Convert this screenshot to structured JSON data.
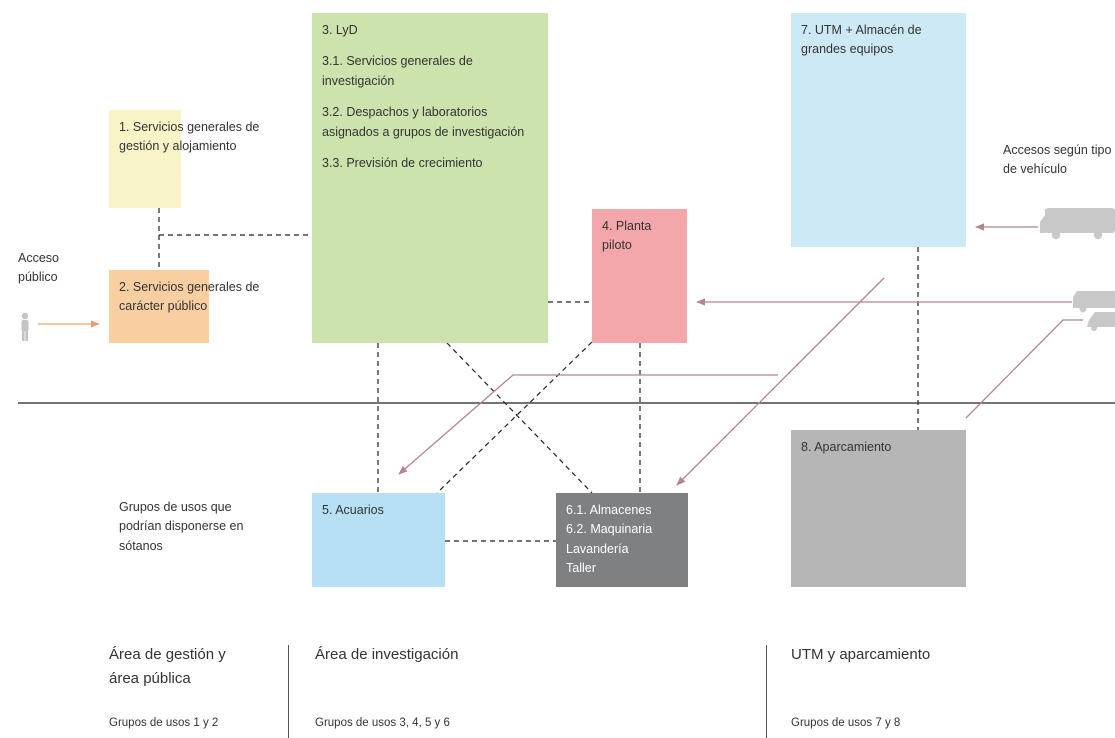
{
  "colors": {
    "box1": "#f8f4c8",
    "box2": "#f9cfa2",
    "box3": "#cde3ad",
    "box4": "#f3a7aa",
    "box5": "#b7e0f4",
    "box6": "#7f8081",
    "box7": "#cde9f6",
    "box8": "#b6b6b6",
    "arrow": "#b4858c",
    "vehicle": "#c8c8c8"
  },
  "boxes": {
    "b1": "1. Servicios generales de gestión y alojamiento",
    "b2": "2. Servicios generales de carácter público",
    "b3_title": "3. LyD",
    "b3_1": "3.1. Servicios generales de investigación",
    "b3_2": "3.2. Despachos y laboratorios asignados a grupos de investigación",
    "b3_3": "3.3. Previsión de crecimiento",
    "b4": "4. Planta piloto",
    "b5": "5. Acuarios",
    "b6_1": "6.1. Almacenes",
    "b6_2": "6.2. Maquinaria",
    "b6_3": "Lavandería",
    "b6_4": "Taller",
    "b7": "7. UTM + Almacén de grandes equipos",
    "b8": "8. Aparcamiento"
  },
  "labels": {
    "acceso": "Acceso público",
    "accesos_vehiculo": "Accesos según tipo de vehículo",
    "sotanos": "Grupos de usos que podrían disponerse en sótanos"
  },
  "icons": {
    "person": "person-icon",
    "truck": "truck-icon",
    "van": "van-icon",
    "car": "car-icon"
  },
  "zones": [
    {
      "title": "Área de gestión y área pública",
      "subtitle": "Grupos de usos 1 y 2"
    },
    {
      "title": "Área de investigación",
      "subtitle": "Grupos de usos 3, 4, 5 y 6"
    },
    {
      "title": "UTM y aparcamiento",
      "subtitle": "Grupos de usos 7 y 8"
    }
  ]
}
